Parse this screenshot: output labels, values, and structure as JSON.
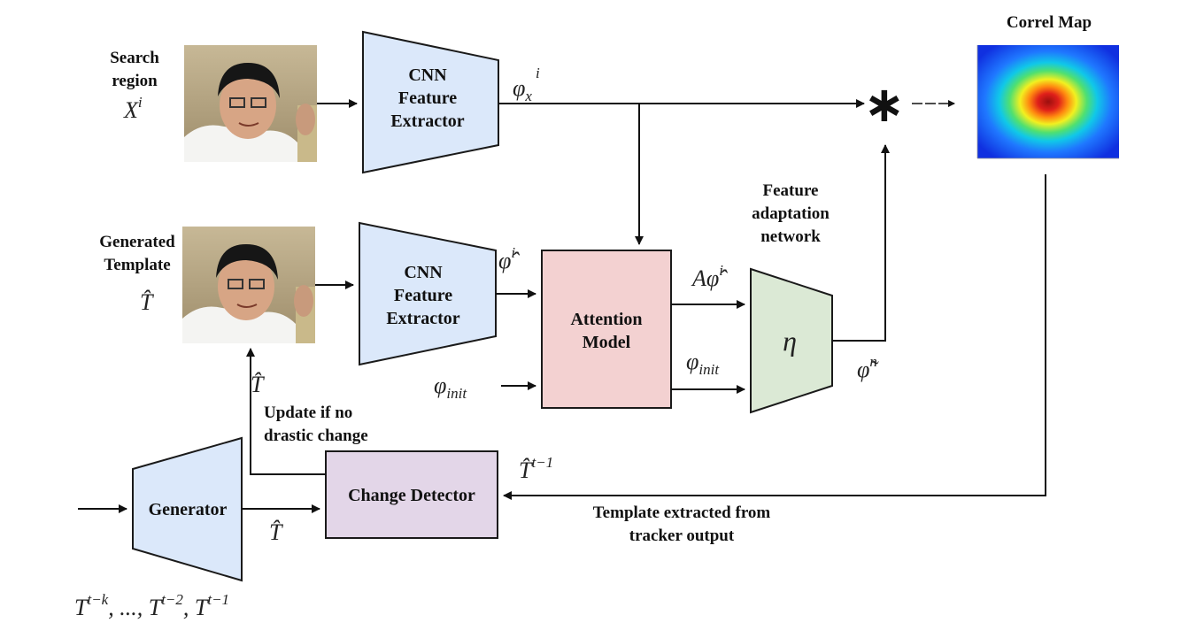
{
  "labels": {
    "search_region_line1": "Search",
    "search_region_line2": "region",
    "generated_template_line1": "Generated",
    "generated_template_line2": "Template",
    "correl_map": "Correl Map",
    "feature_adaptation_line1": "Feature",
    "feature_adaptation_line2": "adaptation",
    "feature_adaptation_line3": "network",
    "update_line1": "Update if no",
    "update_line2": "drastic change",
    "template_extracted_line1": "Template extracted from",
    "template_extracted_line2": "tracker output"
  },
  "blocks": {
    "cnn_top_line1": "CNN",
    "cnn_top_line2": "Feature",
    "cnn_top_line3": "Extractor",
    "cnn_bottom_line1": "CNN",
    "cnn_bottom_line2": "Feature",
    "cnn_bottom_line3": "Extractor",
    "attention_line1": "Attention",
    "attention_line2": "Model",
    "eta": "η",
    "generator": "Generator",
    "change_detector": "Change Detector"
  },
  "math": {
    "X": "X",
    "X_sup": "i",
    "T_hat": "T̂",
    "phi_x": "φ",
    "phi_x_sub": "x",
    "phi_x_sup": "i",
    "phi_hat": "φ̂",
    "phi_hat_sup": "i",
    "A_phi_hat": "Aφ̂",
    "A_phi_hat_sup": "i",
    "phi_init": "φ",
    "phi_init_sub": "init",
    "phi_init2": "φ",
    "phi_init2_sub": "init",
    "phi_tilde": "φ̃",
    "phi_tilde_sup": "n",
    "T_hat_feedback": "T̂",
    "T_hat_prev": "T̂",
    "T_hat_prev_sup": "t−1",
    "T_hat_gen": "T̂",
    "sequence": "T",
    "seq_sup1": "t−k",
    "seq_mid": ", ..., T",
    "seq_sup2": "t−2",
    "seq_mid2": ", T",
    "seq_sup3": "t−1",
    "star": "∗"
  },
  "colors": {
    "cnn_fill": "#dbe8fa",
    "attention_fill": "#f3d1d1",
    "eta_fill": "#dbe9d5",
    "change_detector_fill": "#e3d6e8",
    "stroke": "#1a1a1a"
  }
}
